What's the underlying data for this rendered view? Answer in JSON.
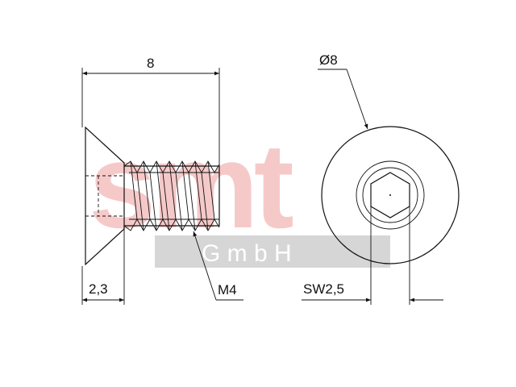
{
  "watermark": {
    "logo_text": "smt",
    "subtitle_text": "G m b H",
    "logo_color": "#f6c9c9",
    "band_color": "#d6d6d6"
  },
  "dimensions": {
    "length": "8",
    "head_height": "2,3",
    "thread": "M4",
    "head_diameter": "Ø8",
    "hex_socket": "SW2,5"
  },
  "colors": {
    "line": "#111111",
    "background": "#ffffff"
  }
}
